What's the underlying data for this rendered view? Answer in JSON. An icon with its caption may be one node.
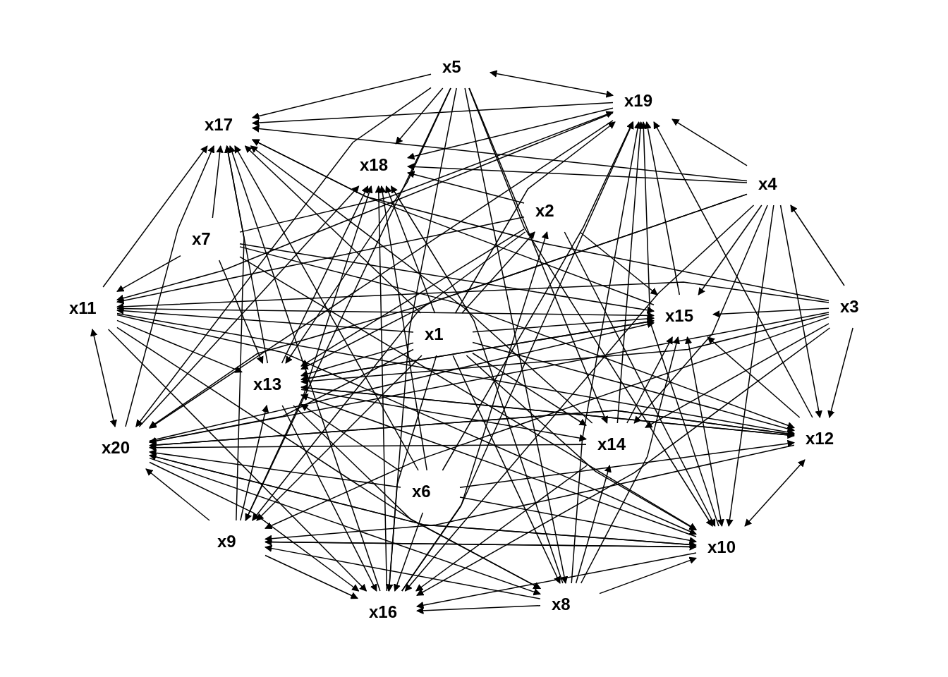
{
  "diagram": {
    "nodes": [
      {
        "text": [
          "x5"
        ]
      },
      {
        "text": [
          "x19"
        ]
      },
      {
        "text": [
          "x17"
        ]
      },
      {
        "text": [
          "x18"
        ]
      },
      {
        "text": [
          "x4"
        ]
      },
      {
        "text": [
          "x2"
        ]
      },
      {
        "text": [
          "x7"
        ]
      },
      {
        "text": [
          "x11"
        ]
      },
      {
        "text": [
          "x3"
        ]
      },
      {
        "text": [
          "x15"
        ]
      },
      {
        "text": [
          "x1"
        ]
      },
      {
        "text": [
          "x13"
        ]
      },
      {
        "text": [
          "x12"
        ]
      },
      {
        "text": [
          "x14"
        ]
      },
      {
        "text": [
          "x20"
        ]
      },
      {
        "text": [
          "x6"
        ]
      },
      {
        "text": [
          "x10"
        ]
      },
      {
        "text": [
          "x9"
        ]
      },
      {
        "text": [
          "x8"
        ]
      },
      {
        "text": [
          "x16"
        ]
      }
    ],
    "edges": [
      {
        "from": 0,
        "to": 2,
        "arrow": "to"
      },
      {
        "from": 0,
        "to": 1,
        "arrow": "both"
      },
      {
        "from": 0,
        "to": 3,
        "arrow": "to"
      },
      {
        "from": 0,
        "to": 11,
        "arrow": "to"
      },
      {
        "from": 0,
        "to": 17,
        "arrow": "to"
      },
      {
        "from": 0,
        "to": 19,
        "arrow": "to"
      },
      {
        "from": 0,
        "to": 18,
        "arrow": "to"
      },
      {
        "from": 0,
        "to": 16,
        "arrow": "to"
      },
      {
        "from": 0,
        "to": 13,
        "arrow": "to"
      },
      {
        "from": 0,
        "to": 14,
        "arrow": "to"
      },
      {
        "from": 1,
        "to": 2,
        "arrow": "to"
      },
      {
        "from": 1,
        "to": 3,
        "arrow": "to"
      },
      {
        "from": 1,
        "to": 7,
        "arrow": "to"
      },
      {
        "from": 1,
        "to": 14,
        "arrow": "to"
      },
      {
        "from": 4,
        "to": 1,
        "arrow": "to"
      },
      {
        "from": 4,
        "to": 2,
        "arrow": "to"
      },
      {
        "from": 4,
        "to": 3,
        "arrow": "to"
      },
      {
        "from": 4,
        "to": 9,
        "arrow": "to"
      },
      {
        "from": 4,
        "to": 11,
        "arrow": "to"
      },
      {
        "from": 4,
        "to": 12,
        "arrow": "to"
      },
      {
        "from": 4,
        "to": 16,
        "arrow": "to"
      },
      {
        "from": 4,
        "to": 13,
        "arrow": "to"
      },
      {
        "from": 4,
        "to": 19,
        "arrow": "to"
      },
      {
        "from": 4,
        "to": 14,
        "arrow": "to"
      },
      {
        "from": 8,
        "to": 4,
        "arrow": "to"
      },
      {
        "from": 8,
        "to": 12,
        "arrow": "to"
      },
      {
        "from": 8,
        "to": 2,
        "arrow": "to"
      },
      {
        "from": 8,
        "to": 9,
        "arrow": "to"
      },
      {
        "from": 8,
        "to": 7,
        "arrow": "to"
      },
      {
        "from": 8,
        "to": 11,
        "arrow": "to"
      },
      {
        "from": 8,
        "to": 14,
        "arrow": "to"
      },
      {
        "from": 8,
        "to": 17,
        "arrow": "to"
      },
      {
        "from": 8,
        "to": 19,
        "arrow": "to"
      },
      {
        "from": 8,
        "to": 13,
        "arrow": "to"
      },
      {
        "from": 5,
        "to": 9,
        "arrow": "to"
      },
      {
        "from": 5,
        "to": 3,
        "arrow": "to"
      },
      {
        "from": 5,
        "to": 7,
        "arrow": "to"
      },
      {
        "from": 5,
        "to": 16,
        "arrow": "to"
      },
      {
        "from": 5,
        "to": 11,
        "arrow": "to"
      },
      {
        "from": 5,
        "to": 17,
        "arrow": "to"
      },
      {
        "from": 6,
        "to": 2,
        "arrow": "to"
      },
      {
        "from": 6,
        "to": 7,
        "arrow": "to"
      },
      {
        "from": 6,
        "to": 9,
        "arrow": "to"
      },
      {
        "from": 6,
        "to": 11,
        "arrow": "to"
      },
      {
        "from": 6,
        "to": 12,
        "arrow": "to"
      },
      {
        "from": 6,
        "to": 16,
        "arrow": "to"
      },
      {
        "from": 6,
        "to": 1,
        "arrow": "to"
      },
      {
        "from": 10,
        "to": 2,
        "arrow": "to"
      },
      {
        "from": 10,
        "to": 1,
        "arrow": "to"
      },
      {
        "from": 10,
        "to": 7,
        "arrow": "to"
      },
      {
        "from": 10,
        "to": 9,
        "arrow": "to"
      },
      {
        "from": 10,
        "to": 12,
        "arrow": "to"
      },
      {
        "from": 10,
        "to": 16,
        "arrow": "to"
      },
      {
        "from": 10,
        "to": 18,
        "arrow": "to"
      },
      {
        "from": 10,
        "to": 19,
        "arrow": "to"
      },
      {
        "from": 10,
        "to": 17,
        "arrow": "to"
      },
      {
        "from": 10,
        "to": 14,
        "arrow": "to"
      },
      {
        "from": 10,
        "to": 3,
        "arrow": "to"
      },
      {
        "from": 10,
        "to": 5,
        "arrow": "to"
      },
      {
        "from": 10,
        "to": 11,
        "arrow": "to"
      },
      {
        "from": 10,
        "to": 13,
        "arrow": "to"
      },
      {
        "from": 7,
        "to": 2,
        "arrow": "to"
      },
      {
        "from": 7,
        "to": 14,
        "arrow": "both"
      },
      {
        "from": 7,
        "to": 9,
        "arrow": "to"
      },
      {
        "from": 7,
        "to": 11,
        "arrow": "to"
      },
      {
        "from": 7,
        "to": 12,
        "arrow": "to"
      },
      {
        "from": 7,
        "to": 16,
        "arrow": "to"
      },
      {
        "from": 7,
        "to": 18,
        "arrow": "to"
      },
      {
        "from": 7,
        "to": 19,
        "arrow": "to"
      },
      {
        "from": 11,
        "to": 3,
        "arrow": "to"
      },
      {
        "from": 11,
        "to": 2,
        "arrow": "to"
      },
      {
        "from": 11,
        "to": 9,
        "arrow": "to"
      },
      {
        "from": 11,
        "to": 12,
        "arrow": "to"
      },
      {
        "from": 11,
        "to": 13,
        "arrow": "to"
      },
      {
        "from": 11,
        "to": 18,
        "arrow": "to"
      },
      {
        "from": 11,
        "to": 19,
        "arrow": "to"
      },
      {
        "from": 9,
        "to": 1,
        "arrow": "to"
      },
      {
        "from": 9,
        "to": 2,
        "arrow": "to"
      },
      {
        "from": 9,
        "to": 11,
        "arrow": "to"
      },
      {
        "from": 9,
        "to": 16,
        "arrow": "both"
      },
      {
        "from": 12,
        "to": 9,
        "arrow": "to"
      },
      {
        "from": 12,
        "to": 16,
        "arrow": "both"
      },
      {
        "from": 12,
        "to": 11,
        "arrow": "to"
      },
      {
        "from": 12,
        "to": 14,
        "arrow": "to"
      },
      {
        "from": 12,
        "to": 1,
        "arrow": "to"
      },
      {
        "from": 12,
        "to": 17,
        "arrow": "to"
      },
      {
        "from": 13,
        "to": 1,
        "arrow": "to"
      },
      {
        "from": 13,
        "to": 2,
        "arrow": "to"
      },
      {
        "from": 13,
        "to": 14,
        "arrow": "to"
      },
      {
        "from": 13,
        "to": 19,
        "arrow": "to"
      },
      {
        "from": 13,
        "to": 9,
        "arrow": "to"
      },
      {
        "from": 14,
        "to": 2,
        "arrow": "to"
      },
      {
        "from": 14,
        "to": 3,
        "arrow": "to"
      },
      {
        "from": 14,
        "to": 9,
        "arrow": "to"
      },
      {
        "from": 14,
        "to": 12,
        "arrow": "to"
      },
      {
        "from": 14,
        "to": 16,
        "arrow": "to"
      },
      {
        "from": 14,
        "to": 19,
        "arrow": "to"
      },
      {
        "from": 14,
        "to": 18,
        "arrow": "to"
      },
      {
        "from": 15,
        "to": 2,
        "arrow": "to"
      },
      {
        "from": 15,
        "to": 3,
        "arrow": "to"
      },
      {
        "from": 15,
        "to": 1,
        "arrow": "to"
      },
      {
        "from": 15,
        "to": 14,
        "arrow": "to"
      },
      {
        "from": 15,
        "to": 11,
        "arrow": "to"
      },
      {
        "from": 15,
        "to": 12,
        "arrow": "to"
      },
      {
        "from": 15,
        "to": 16,
        "arrow": "to"
      },
      {
        "from": 15,
        "to": 19,
        "arrow": "to"
      },
      {
        "from": 16,
        "to": 1,
        "arrow": "to"
      },
      {
        "from": 16,
        "to": 11,
        "arrow": "to"
      },
      {
        "from": 16,
        "to": 19,
        "arrow": "to"
      },
      {
        "from": 16,
        "to": 17,
        "arrow": "to"
      },
      {
        "from": 16,
        "to": 14,
        "arrow": "to"
      },
      {
        "from": 17,
        "to": 19,
        "arrow": "to"
      },
      {
        "from": 17,
        "to": 14,
        "arrow": "to"
      },
      {
        "from": 17,
        "to": 2,
        "arrow": "to"
      },
      {
        "from": 17,
        "to": 3,
        "arrow": "to"
      },
      {
        "from": 17,
        "to": 16,
        "arrow": "to"
      },
      {
        "from": 17,
        "to": 11,
        "arrow": "to"
      },
      {
        "from": 18,
        "to": 16,
        "arrow": "to"
      },
      {
        "from": 18,
        "to": 19,
        "arrow": "to"
      },
      {
        "from": 18,
        "to": 1,
        "arrow": "to"
      },
      {
        "from": 18,
        "to": 13,
        "arrow": "to"
      },
      {
        "from": 18,
        "to": 17,
        "arrow": "to"
      },
      {
        "from": 18,
        "to": 9,
        "arrow": "to"
      },
      {
        "from": 18,
        "to": 3,
        "arrow": "to"
      },
      {
        "from": 19,
        "to": 1,
        "arrow": "to"
      },
      {
        "from": 19,
        "to": 3,
        "arrow": "to"
      },
      {
        "from": 19,
        "to": 5,
        "arrow": "to"
      },
      {
        "from": 19,
        "to": 2,
        "arrow": "to"
      }
    ]
  }
}
